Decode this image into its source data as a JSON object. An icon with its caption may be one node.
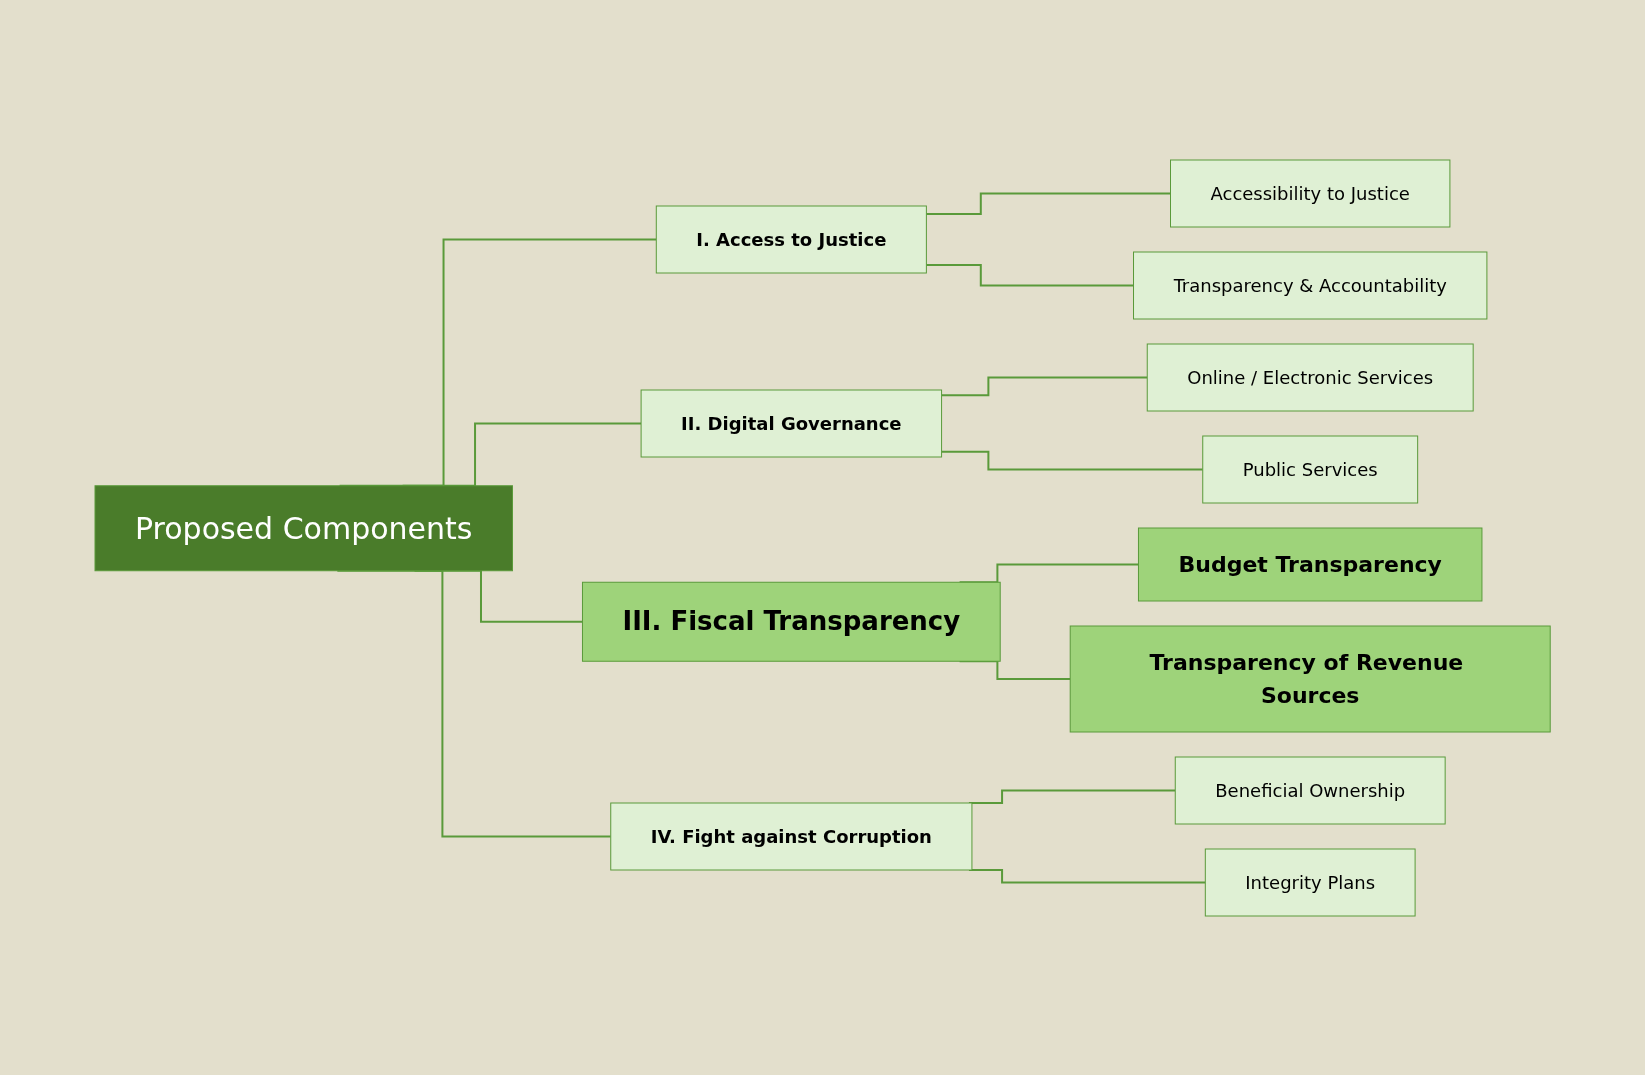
{
  "diagram": {
    "nodes": [
      {
        "text": [
          "Proposed Components"
        ]
      },
      {
        "text": [
          "I. Access to Justice"
        ]
      },
      {
        "text": [
          "Accessibility to Justice"
        ]
      },
      {
        "text": [
          "Transparency & Accountability"
        ]
      },
      {
        "text": [
          "II. Digital Governance"
        ]
      },
      {
        "text": [
          "Online / Electronic Services"
        ]
      },
      {
        "text": [
          "Public Services"
        ]
      },
      {
        "text": [
          "III. Fiscal Transparency"
        ]
      },
      {
        "text": [
          "Budget Transparency"
        ]
      },
      {
        "text": [
          "Transparency of Revenue Sources"
        ]
      },
      {
        "text": [
          "IV. Fight against Corruption"
        ]
      },
      {
        "text": [
          "Beneficial Ownership"
        ]
      },
      {
        "text": [
          "Integrity Plans"
        ]
      }
    ],
    "edges": [
      {
        "from": 0,
        "to": 1,
        "arrow": "none"
      },
      {
        "from": 0,
        "to": 4,
        "arrow": "none"
      },
      {
        "from": 0,
        "to": 7,
        "arrow": "none"
      },
      {
        "from": 0,
        "to": 10,
        "arrow": "none"
      },
      {
        "from": 1,
        "to": 2,
        "arrow": "none"
      },
      {
        "from": 1,
        "to": 3,
        "arrow": "none"
      },
      {
        "from": 4,
        "to": 5,
        "arrow": "none"
      },
      {
        "from": 4,
        "to": 6,
        "arrow": "none"
      },
      {
        "from": 7,
        "to": 8,
        "arrow": "none"
      },
      {
        "from": 7,
        "to": 9,
        "arrow": "none"
      },
      {
        "from": 10,
        "to": 11,
        "arrow": "none"
      },
      {
        "from": 10,
        "to": 12,
        "arrow": "none"
      }
    ]
  }
}
